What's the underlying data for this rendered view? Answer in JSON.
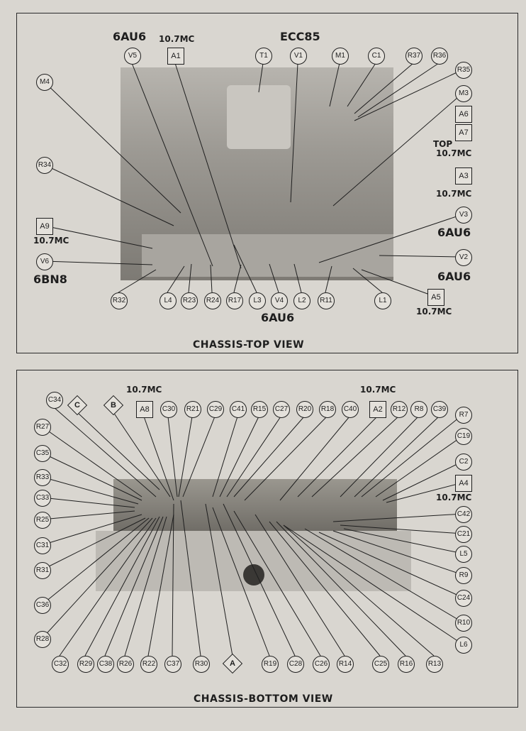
{
  "top_view": {
    "caption": "CHASSIS-TOP VIEW",
    "tube_labels": {
      "v5": "6AU6",
      "v1": "ECC85",
      "v4": "6AU6",
      "v3": "6AU6",
      "v2": "6AU6",
      "v6": "6BN8"
    },
    "freq_notes": {
      "a1": "10.7MC",
      "a7_top": "TOP",
      "a7": "10.7MC",
      "a3": "10.7MC",
      "a9": "10.7MC",
      "a5": "10.7MC"
    },
    "callouts": {
      "V5": "V5",
      "A1": "A1",
      "T1": "T1",
      "V1": "V1",
      "M1": "M1",
      "C1": "C1",
      "R37": "R37",
      "R36": "R36",
      "R35": "R35",
      "M4": "M4",
      "M3": "M3",
      "A6": "A6",
      "A7": "A7",
      "R34": "R34",
      "A3": "A3",
      "A9": "A9",
      "V3": "V3",
      "V6": "V6",
      "V2": "V2",
      "R32": "R32",
      "L4": "L4",
      "R23": "R23",
      "R24": "R24",
      "R17": "R17",
      "L3": "L3",
      "V4": "V4",
      "L2": "L2",
      "R11": "R11",
      "L1": "L1",
      "A5": "A5"
    }
  },
  "bottom_view": {
    "caption": "CHASSIS-BOTTOM VIEW",
    "freq_notes": {
      "a8": "10.7MC",
      "a2": "10.7MC",
      "a4": "10.7MC"
    },
    "callouts": {
      "C34": "C34",
      "C": "C",
      "B": "B",
      "A8": "A8",
      "C30": "C30",
      "R21": "R21",
      "C29": "C29",
      "C41": "C41",
      "R15": "R15",
      "C27": "C27",
      "R20": "R20",
      "R18": "R18",
      "C40": "C40",
      "A2": "A2",
      "R12": "R12",
      "R8": "R8",
      "C39": "C39",
      "R7": "R7",
      "R27": "R27",
      "C19": "C19",
      "C35": "C35",
      "C2": "C2",
      "R33": "R33",
      "A4": "A4",
      "C33": "C33",
      "C42": "C42",
      "R25": "R25",
      "C21": "C21",
      "C31": "C31",
      "L5": "L5",
      "R31": "R31",
      "R9": "R9",
      "C24": "C24",
      "C36": "C36",
      "R10": "R10",
      "R28": "R28",
      "L6": "L6",
      "C32": "C32",
      "R29": "R29",
      "C38": "C38",
      "R26": "R26",
      "R22": "R22",
      "C37": "C37",
      "R30": "R30",
      "A": "A",
      "R19": "R19",
      "C28": "C28",
      "C26": "C26",
      "R14": "R14",
      "C25": "C25",
      "R16": "R16",
      "R13": "R13"
    }
  }
}
